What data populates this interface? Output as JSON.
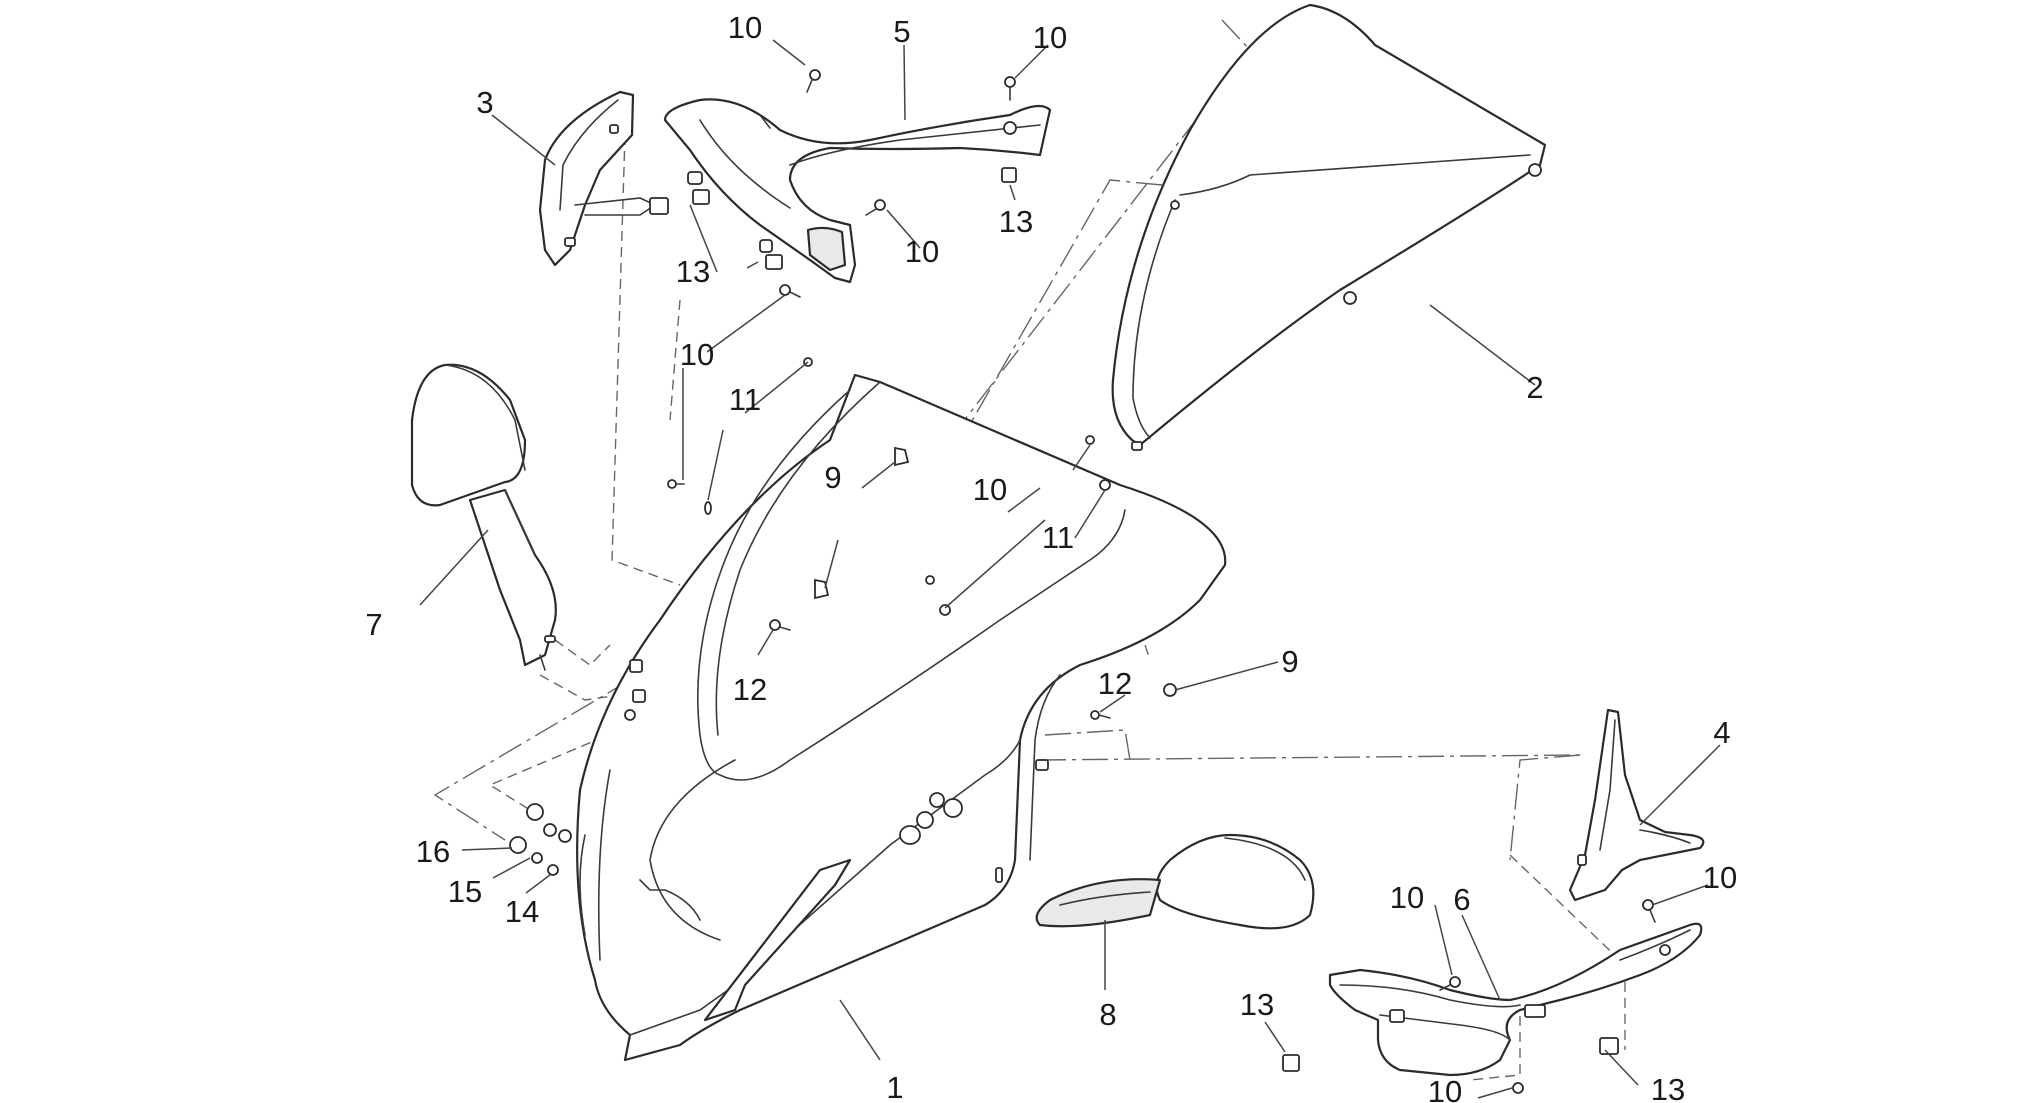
{
  "diagram": {
    "callouts": [
      {
        "id": "c1",
        "text": "1"
      },
      {
        "id": "c2",
        "text": "2"
      },
      {
        "id": "c3",
        "text": "3"
      },
      {
        "id": "c4",
        "text": "4"
      },
      {
        "id": "c5",
        "text": "5"
      },
      {
        "id": "c6",
        "text": "6"
      },
      {
        "id": "c7",
        "text": "7"
      },
      {
        "id": "c8",
        "text": "8"
      },
      {
        "id": "c9a",
        "text": "9"
      },
      {
        "id": "c9b",
        "text": "9"
      },
      {
        "id": "c10a",
        "text": "10"
      },
      {
        "id": "c10b",
        "text": "10"
      },
      {
        "id": "c10c",
        "text": "10"
      },
      {
        "id": "c10d",
        "text": "10"
      },
      {
        "id": "c10e",
        "text": "10"
      },
      {
        "id": "c10f",
        "text": "10"
      },
      {
        "id": "c10g",
        "text": "10"
      },
      {
        "id": "c10h",
        "text": "10"
      },
      {
        "id": "c11a",
        "text": "11"
      },
      {
        "id": "c11b",
        "text": "11"
      },
      {
        "id": "c12a",
        "text": "12"
      },
      {
        "id": "c12b",
        "text": "12"
      },
      {
        "id": "c13a",
        "text": "13"
      },
      {
        "id": "c13b",
        "text": "13"
      },
      {
        "id": "c13c",
        "text": "13"
      },
      {
        "id": "c13d",
        "text": "13"
      },
      {
        "id": "c14",
        "text": "14"
      },
      {
        "id": "c15",
        "text": "15"
      },
      {
        "id": "c16",
        "text": "16"
      }
    ]
  }
}
